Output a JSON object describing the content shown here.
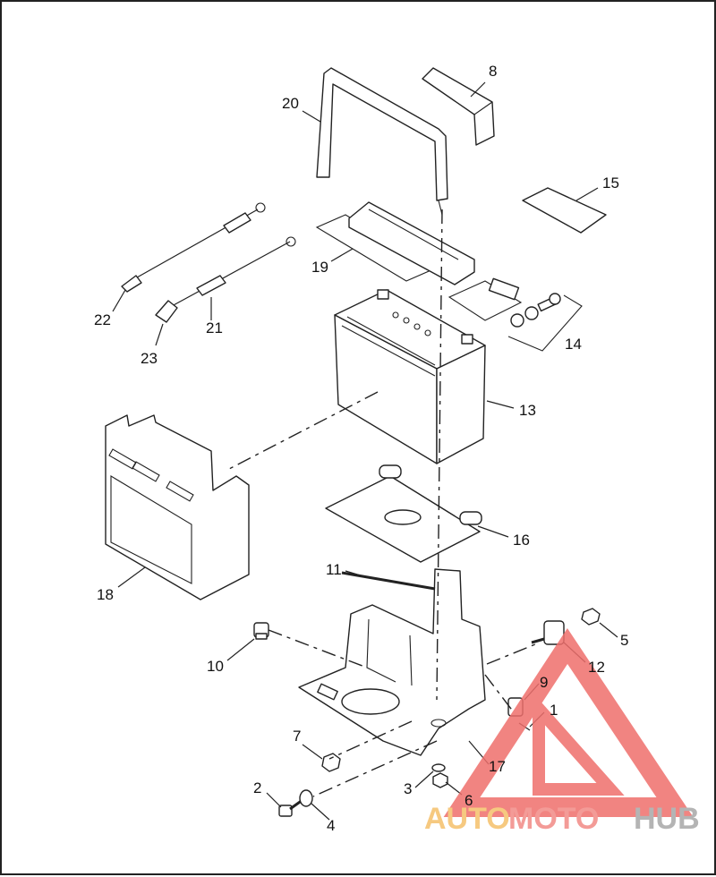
{
  "diagram": {
    "callouts": [
      {
        "id": "1",
        "label": "1"
      },
      {
        "id": "2",
        "label": "2"
      },
      {
        "id": "3",
        "label": "3"
      },
      {
        "id": "4",
        "label": "4"
      },
      {
        "id": "5",
        "label": "5"
      },
      {
        "id": "6",
        "label": "6"
      },
      {
        "id": "7",
        "label": "7"
      },
      {
        "id": "8",
        "label": "8"
      },
      {
        "id": "9",
        "label": "9"
      },
      {
        "id": "10",
        "label": "10"
      },
      {
        "id": "11",
        "label": "11"
      },
      {
        "id": "12",
        "label": "12"
      },
      {
        "id": "13",
        "label": "13"
      },
      {
        "id": "14",
        "label": "14"
      },
      {
        "id": "15",
        "label": "15"
      },
      {
        "id": "16",
        "label": "16"
      },
      {
        "id": "17",
        "label": "17"
      },
      {
        "id": "18",
        "label": "18"
      },
      {
        "id": "19",
        "label": "19"
      },
      {
        "id": "20",
        "label": "20"
      },
      {
        "id": "21",
        "label": "21"
      },
      {
        "id": "22",
        "label": "22"
      },
      {
        "id": "23",
        "label": "23"
      }
    ]
  },
  "watermark": {
    "part1": "AUTO",
    "part2": "MOTO",
    "part3": "HUB",
    "colors": {
      "auto": "#f5c06a",
      "moto": "#f28a86",
      "hub": "#a8a8a8",
      "triangle": "#ef6f6c"
    }
  }
}
